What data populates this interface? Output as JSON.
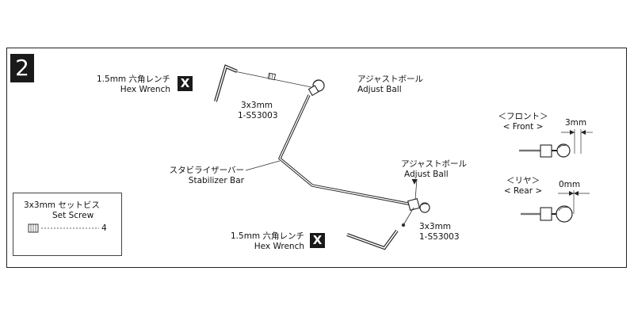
{
  "step": {
    "number": "2"
  },
  "parts": {
    "hex_wrench_top": {
      "jp": "1.5mm 六角レンチ",
      "en": "Hex Wrench",
      "mark": "X"
    },
    "screw_top": {
      "size": "3x3mm",
      "code": "1-S53003"
    },
    "adjust_ball_top": {
      "jp": "アジャストボール",
      "en": "Adjust Ball"
    },
    "stabilizer": {
      "jp": "スタビライザーバー",
      "en": "Stabilizer Bar"
    },
    "adjust_ball_bottom": {
      "jp": "アジャストボール",
      "en": "Adjust Ball"
    },
    "screw_bottom": {
      "size": "3x3mm",
      "code": "1-S53003"
    },
    "hex_wrench_bottom": {
      "jp": "1.5mm 六角レンチ",
      "en": "Hex Wrench",
      "mark": "X"
    }
  },
  "legend": {
    "jp": "3x3mm セットビス",
    "en": "Set Screw",
    "qty": "4"
  },
  "details": {
    "front": {
      "jp": "＜フロント＞",
      "en": "< Front >",
      "dim": "3mm"
    },
    "rear": {
      "jp": "＜リヤ＞",
      "en": "< Rear >",
      "dim": "0mm"
    }
  }
}
